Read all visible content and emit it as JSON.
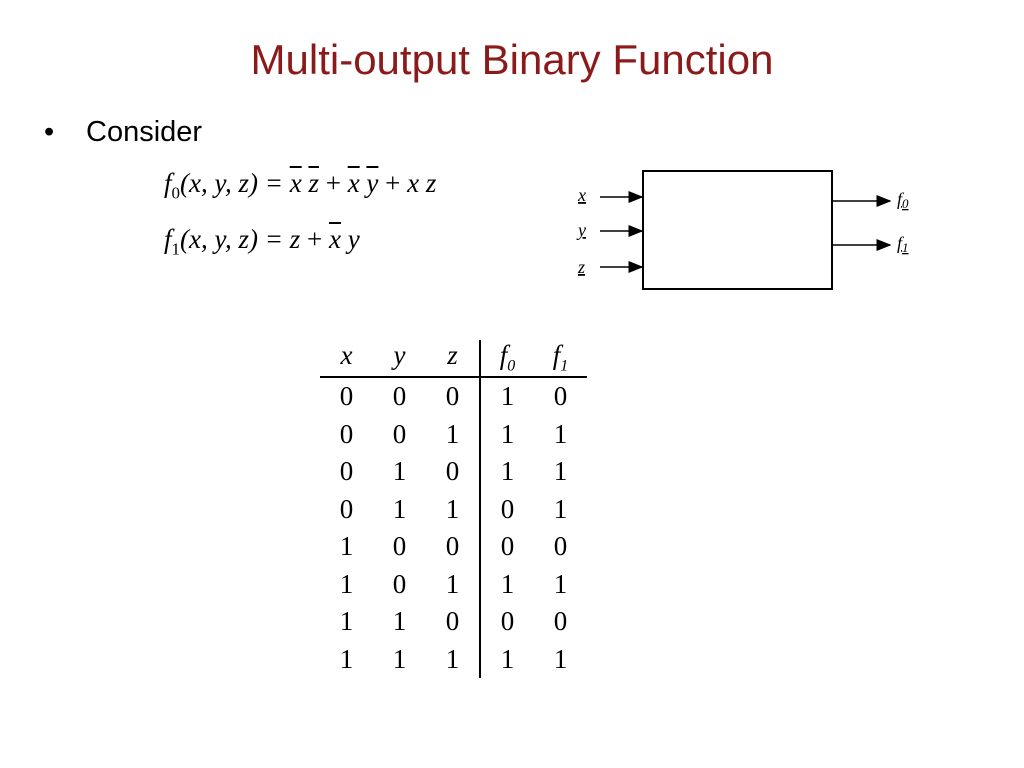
{
  "title": "Multi-output Binary Function",
  "bullet": {
    "marker": "•",
    "text": "Consider"
  },
  "equations": {
    "f0": {
      "name": "f",
      "sub": "0",
      "args": "(x, y, z) = ",
      "t1a": "x",
      "t1b": "z",
      "plus1": " + ",
      "t2a": "x",
      "t2b": "y",
      "plus2": " + ",
      "t3": "x z"
    },
    "f1": {
      "name": "f",
      "sub": "1",
      "args": "(x, y, z) = ",
      "t1": "z",
      "plus": " + ",
      "t2a": "x",
      "t2b": " y"
    }
  },
  "block": {
    "inputs": [
      "x",
      "y",
      "z"
    ],
    "outputs": [
      {
        "name": "f",
        "sub": "0"
      },
      {
        "name": "f",
        "sub": "1"
      }
    ]
  },
  "truth_table": {
    "headers": [
      {
        "name": "x",
        "sub": ""
      },
      {
        "name": "y",
        "sub": ""
      },
      {
        "name": "z",
        "sub": ""
      },
      {
        "name": "f",
        "sub": "0"
      },
      {
        "name": "f",
        "sub": "1"
      }
    ],
    "rows": [
      [
        "0",
        "0",
        "0",
        "1",
        "0"
      ],
      [
        "0",
        "0",
        "1",
        "1",
        "1"
      ],
      [
        "0",
        "1",
        "0",
        "1",
        "1"
      ],
      [
        "0",
        "1",
        "1",
        "0",
        "1"
      ],
      [
        "1",
        "0",
        "0",
        "0",
        "0"
      ],
      [
        "1",
        "0",
        "1",
        "1",
        "1"
      ],
      [
        "1",
        "1",
        "0",
        "0",
        "0"
      ],
      [
        "1",
        "1",
        "1",
        "1",
        "1"
      ]
    ]
  },
  "colors": {
    "title": "#8b1a1a",
    "text": "#000000",
    "background": "#ffffff"
  }
}
